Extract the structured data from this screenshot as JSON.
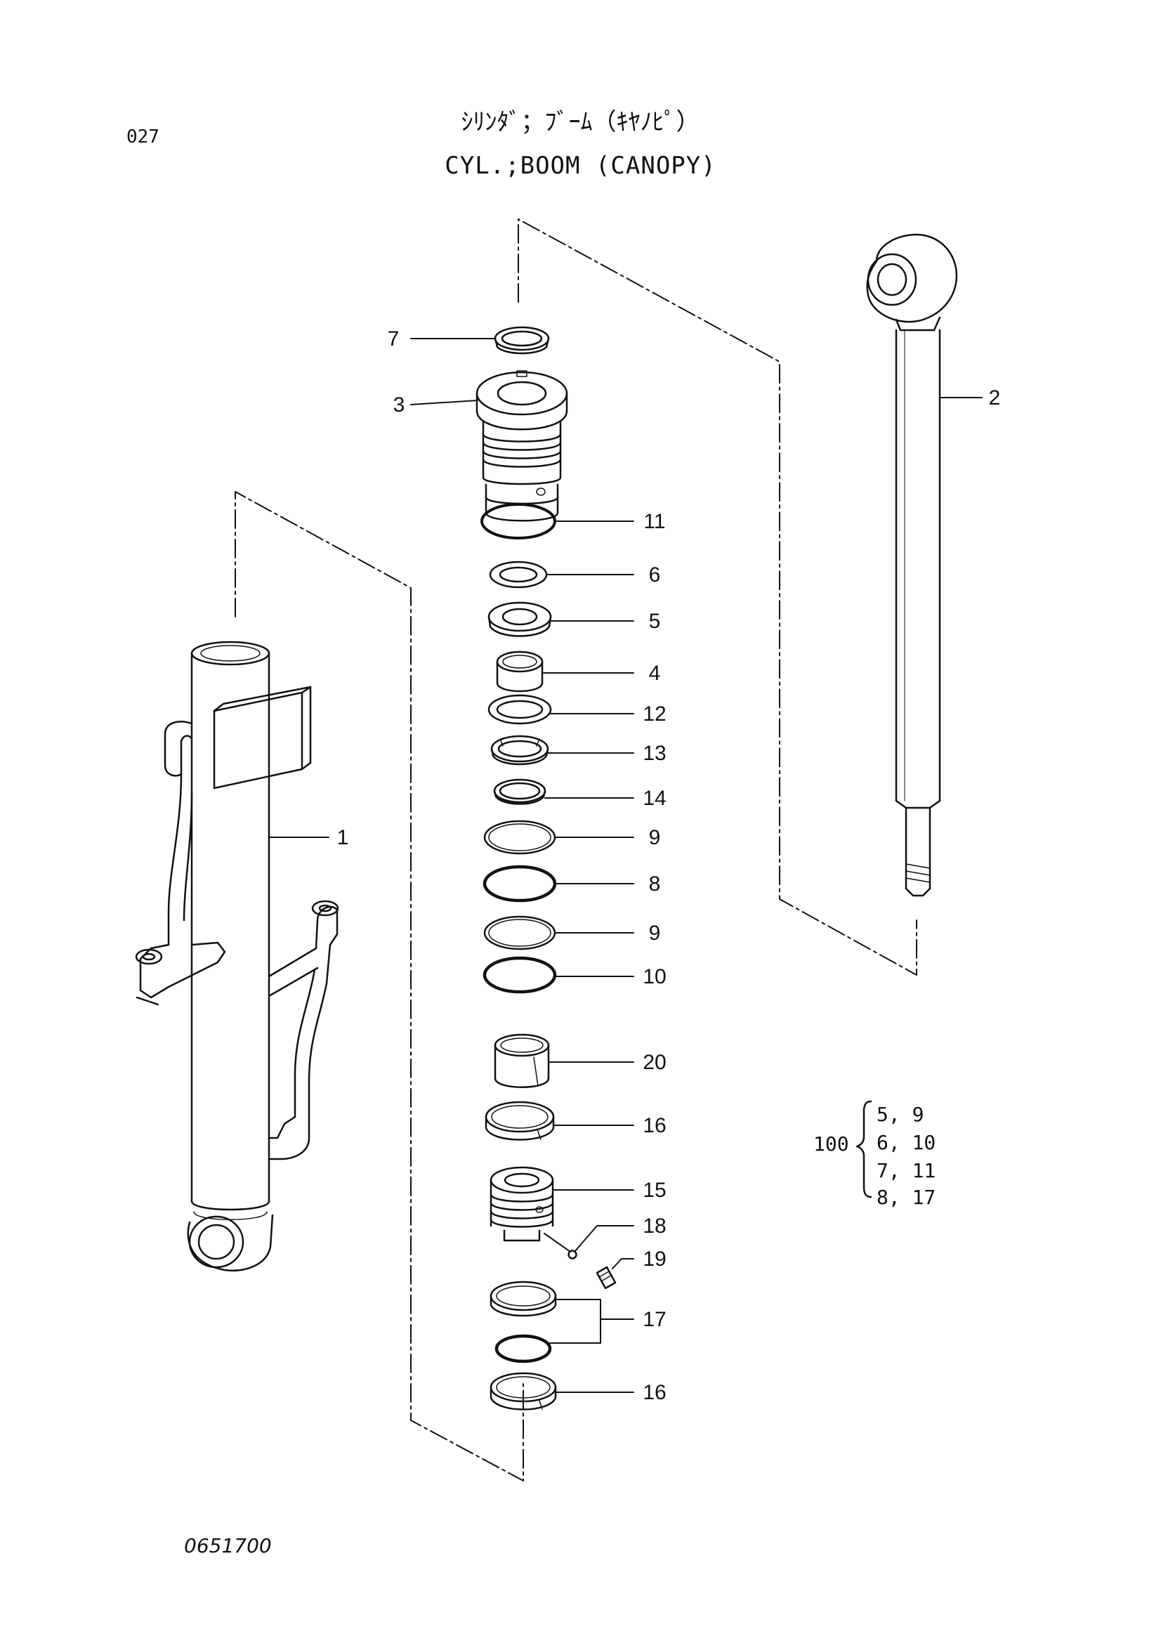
{
  "page_code": "027",
  "title_jp": "ｼﾘﾝﾀﾞ；ﾌﾞｰﾑ（ｷﾔﾉﾋﾟ）",
  "title_en": "CYL.;BOOM (CANOPY)",
  "drawing_number": "0651700",
  "part_labels": {
    "p1": "1",
    "p2": "2",
    "p3": "3",
    "p4": "4",
    "p5": "5",
    "p6": "6",
    "p7": "7",
    "p8": "8",
    "p9a": "9",
    "p9b": "9",
    "p10": "10",
    "p11": "11",
    "p12": "12",
    "p13": "13",
    "p14": "14",
    "p15": "15",
    "p16a": "16",
    "p16b": "16",
    "p17": "17",
    "p18": "18",
    "p19": "19",
    "p20": "20"
  },
  "kit": {
    "number": "100",
    "rows": [
      "5, 9",
      "6, 10",
      "7, 11",
      "8, 17"
    ]
  }
}
